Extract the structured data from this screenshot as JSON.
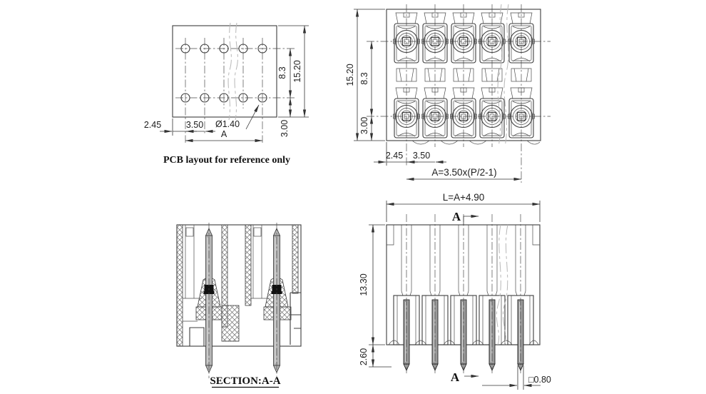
{
  "colors": {
    "line": "#3c3c3c",
    "dimension_text": "#1d1d1d",
    "break_line": "#b7b7b7",
    "pin_fill": "#9a9a9a",
    "contact_band": "#111111",
    "background": "#ffffff"
  },
  "views": {
    "pcb_layout": {
      "caption": "PCB layout for reference only",
      "dims": {
        "edge_offset": "2.45",
        "pitch": "3.50",
        "hole_diameter": "Ø1.40",
        "span": "A",
        "row_spacing": "8.3",
        "overall_height": "15.20",
        "bottom_offset": "3.00"
      }
    },
    "top_view": {
      "dims": {
        "overall_height": "15.20",
        "row_spacing": "8.3",
        "bottom_offset": "3.00",
        "edge_offset": "2.45",
        "pitch": "3.50",
        "span_formula": "A=3.50x(P/2-1)"
      }
    },
    "section_view": {
      "caption": "SECTION:A-A"
    },
    "front_view": {
      "section_label_top": "A",
      "section_label_bottom": "A",
      "dims": {
        "overall_length": "L=A+4.90",
        "housing_height": "13.30",
        "pin_protrusion": "2.60",
        "pin_square": "□0.80"
      }
    }
  }
}
